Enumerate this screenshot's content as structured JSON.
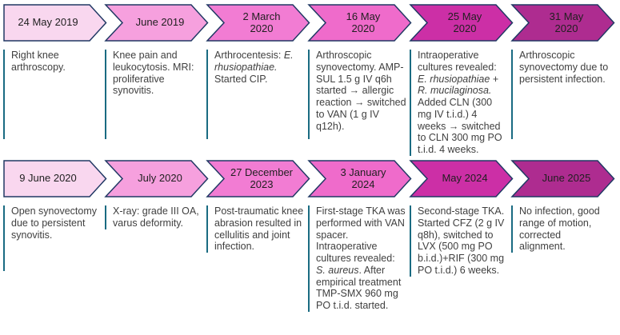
{
  "palette": {
    "arrow_fills": [
      "#F9D7EF",
      "#F6A0DE",
      "#F27CD3",
      "#EF6BCB",
      "#CC2FA6",
      "#AE2C90"
    ],
    "arrow_border": "#203864",
    "rule_color": "#1A6B82",
    "date_text": "#1F1F1F",
    "body_text": "#3F3F3F"
  },
  "rows": [
    {
      "steps": [
        {
          "date": "24 May 2019",
          "segments": [
            {
              "text": "Right knee arthroscopy."
            }
          ]
        },
        {
          "date": "June 2019",
          "segments": [
            {
              "text": "Knee pain and leukocytosis. MRI: proliferative synovitis."
            }
          ]
        },
        {
          "date": "2 March\n2020",
          "segments": [
            {
              "text": "Arthrocentesis: "
            },
            {
              "text": "E. rhusiopathiae.",
              "italic": true
            },
            {
              "text": " Started CIP."
            }
          ]
        },
        {
          "date": "16 May\n2020",
          "segments": [
            {
              "text": "Arthroscopic synovectomy. AMP-SUL 1.5 g IV q6h started → allergic reaction → switched to VAN (1 g IV q12h)."
            }
          ]
        },
        {
          "date": "25 May\n2020",
          "segments": [
            {
              "text": "Intraoperative cultures revealed: "
            },
            {
              "text": "E. rhusiopathiae",
              "italic": true
            },
            {
              "text": " + "
            },
            {
              "text": "R. mucilaginosa.",
              "italic": true
            },
            {
              "text": " Added CLN (300 mg IV t.i.d.) 4 weeks → switched to CLN 300 mg PO t.i.d. 4 weeks."
            }
          ]
        },
        {
          "date": "31 May\n2020",
          "segments": [
            {
              "text": "Arthroscopic synovectomy due to persistent infection."
            }
          ]
        }
      ]
    },
    {
      "steps": [
        {
          "date": "9 June 2020",
          "segments": [
            {
              "text": "Open synovectomy due to persistent synovitis."
            }
          ]
        },
        {
          "date": "July 2020",
          "segments": [
            {
              "text": "X-ray: grade III OA, varus deformity."
            }
          ]
        },
        {
          "date": "27 December\n2023",
          "segments": [
            {
              "text": "Post-traumatic knee abrasion resulted in cellulitis and joint infection."
            }
          ]
        },
        {
          "date": "3 January\n2024",
          "segments": [
            {
              "text": "First-stage TKA was performed with VAN spacer. Intraoperative cultures revealed: "
            },
            {
              "text": "S. aureus",
              "italic": true
            },
            {
              "text": ". After empirical treatment TMP-SMX 960 mg PO t.i.d. started."
            }
          ]
        },
        {
          "date": "May 2024",
          "segments": [
            {
              "text": "Second-stage TKA. Started CFZ (2 g IV q8h), switched to LVX (500 mg PO b.i.d.)+RIF (300 mg PO t.i.d.) 6 weeks."
            }
          ]
        },
        {
          "date": "June 2025",
          "segments": [
            {
              "text": "No infection, good range of motion, corrected alignment."
            }
          ]
        }
      ]
    }
  ]
}
